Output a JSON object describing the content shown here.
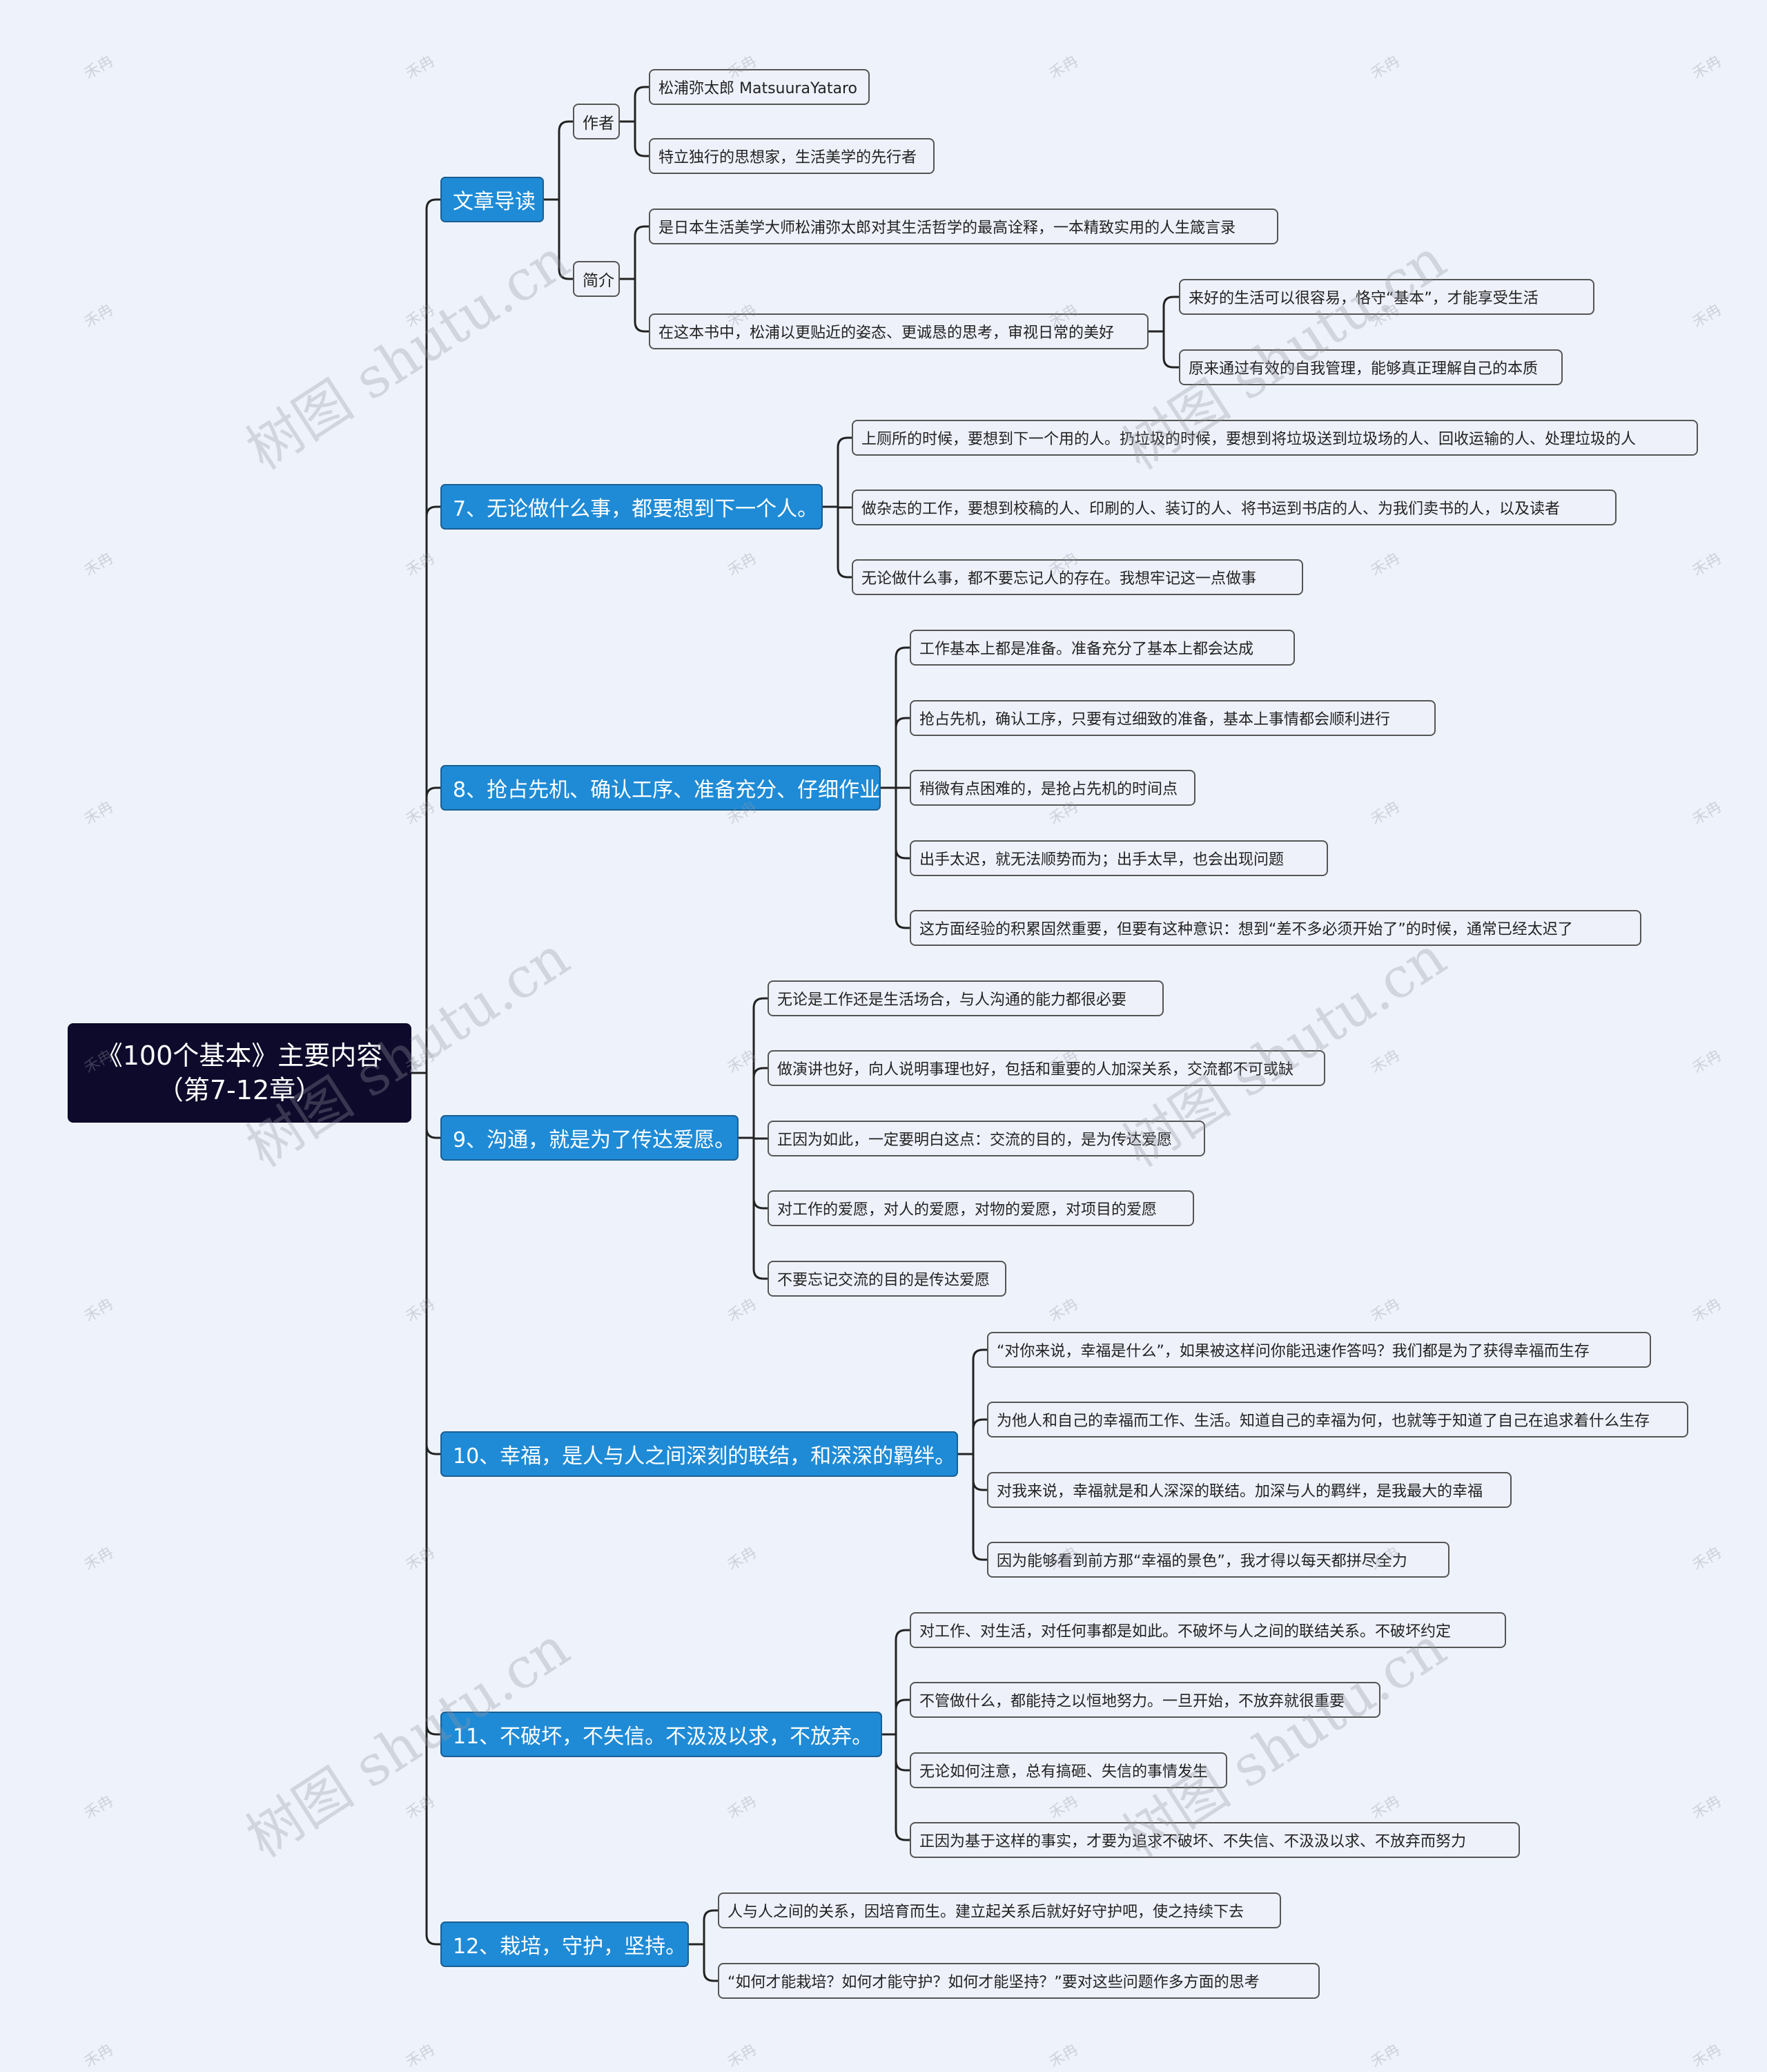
{
  "colors": {
    "background": "#eef3fb",
    "root_fill": "#0d0a2b",
    "branch_fill": "#1f8bd6",
    "branch_border": "#1a5f94",
    "leaf_fill": "#eef1fa",
    "connector": "#222222"
  },
  "mindmap": {
    "root": {
      "line1": "《100个基本》主要内容",
      "line2": "（第7-12章）"
    },
    "branches": [
      {
        "label": "文章导读",
        "subs": [
          {
            "label": "作者",
            "leaves": [
              "松浦弥太郎 MatsuuraYataro",
              "特立独行的思想家，生活美学的先行者"
            ]
          },
          {
            "label": "简介",
            "leaves": [
              "是日本生活美学大师松浦弥太郎对其生活哲学的最高诠释，一本精致实用的人生箴言录",
              "在这本书中，松浦以更贴近的姿态、更诚恳的思考，审视日常的美好"
            ]
          }
        ],
        "deep": [
          "来好的生活可以很容易，恪守“基本”，才能享受生活",
          "原来通过有效的自我管理，能够真正理解自己的本质"
        ]
      },
      {
        "label": "7、无论做什么事，都要想到下一个人。",
        "leaves": [
          "上厕所的时候，要想到下一个用的人。扔垃圾的时候，要想到将垃圾送到垃圾场的人、回收运输的人、处理垃圾的人",
          "做杂志的工作，要想到校稿的人、印刷的人、装订的人、将书运到书店的人、为我们卖书的人，以及读者",
          "无论做什么事，都不要忘记人的存在。我想牢记这一点做事"
        ]
      },
      {
        "label": "8、抢占先机、确认工序、准备充分、仔细作业",
        "leaves": [
          "工作基本上都是准备。准备充分了基本上都会达成",
          "抢占先机，确认工序，只要有过细致的准备，基本上事情都会顺利进行",
          "稍微有点困难的，是抢占先机的时间点",
          "出手太迟，就无法顺势而为；出手太早，也会出现问题",
          "这方面经验的积累固然重要，但要有这种意识：想到“差不多必须开始了”的时候，通常已经太迟了"
        ]
      },
      {
        "label": "9、沟通，就是为了传达爱愿。",
        "leaves": [
          "无论是工作还是生活场合，与人沟通的能力都很必要",
          "做演讲也好，向人说明事理也好，包括和重要的人加深关系，交流都不可或缺",
          "正因为如此，一定要明白这点：交流的目的，是为传达爱愿",
          "对工作的爱愿，对人的爱愿，对物的爱愿，对项目的爱愿",
          "不要忘记交流的目的是传达爱愿"
        ]
      },
      {
        "label": "10、幸福，是人与人之间深刻的联结，和深深的羁绊。",
        "leaves": [
          "“对你来说，幸福是什么”，如果被这样问你能迅速作答吗？我们都是为了获得幸福而生存",
          "为他人和自己的幸福而工作、生活。知道自己的幸福为何，也就等于知道了自己在追求着什么生存",
          "对我来说，幸福就是和人深深的联结。加深与人的羁绊，是我最大的幸福",
          "因为能够看到前方那“幸福的景色”，我才得以每天都拼尽全力"
        ]
      },
      {
        "label": "11、不破坏，不失信。不汲汲以求，不放弃。",
        "leaves": [
          "对工作、对生活，对任何事都是如此。不破坏与人之间的联结关系。不破坏约定",
          "不管做什么，都能持之以恒地努力。一旦开始，不放弃就很重要",
          "无论如何注意，总有搞砸、失信的事情发生",
          "正因为基于这样的事实，才要为追求不破坏、不失信、不汲汲以求、不放弃而努力"
        ]
      },
      {
        "label": "12、栽培，守护，坚持。",
        "leaves": [
          "人与人之间的关系，因培育而生。建立起关系后就好好守护吧，使之持续下去",
          "“如何才能栽培？如何才能守护？如何才能坚持？”要对这些问题作多方面的思考"
        ]
      }
    ]
  },
  "watermark": {
    "main": "树图 shutu.cn",
    "small": "禾冉"
  }
}
